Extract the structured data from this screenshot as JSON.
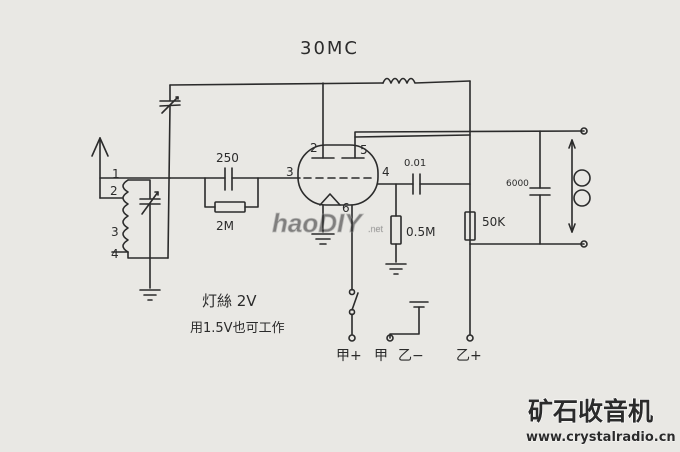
{
  "title": "30MC",
  "labels": {
    "cap_grid": "250",
    "res_grid": "2M",
    "cap_coupling": "0.01",
    "res_bias": "0.5M",
    "res_plate": "50K",
    "cap_bypass": "6000",
    "pin2": "2",
    "pin3": "3",
    "pin4": "4",
    "pin5": "5",
    "pin6": "6",
    "coil_tap1": "1",
    "coil_tap2": "2",
    "coil_tap3": "3",
    "coil_tap4": "4"
  },
  "notes": {
    "filament_line1": "灯絲 2V",
    "filament_line2": "用1.5V也可工作"
  },
  "terminals": {
    "a_plus": "甲+",
    "a_minus": "甲",
    "b_minus": "乙−",
    "b_plus": "乙+"
  },
  "watermark": {
    "logo": "haoDIY",
    "logo_suffix": ".net",
    "site_name": "矿石收音机",
    "site_url": "www.crystalradio.cn"
  },
  "colors": {
    "paper": "#e9e8e4",
    "ink": "#2b2b2b",
    "watermark_blue": "#1e4f9a",
    "watermark_white": "#ffffff"
  }
}
